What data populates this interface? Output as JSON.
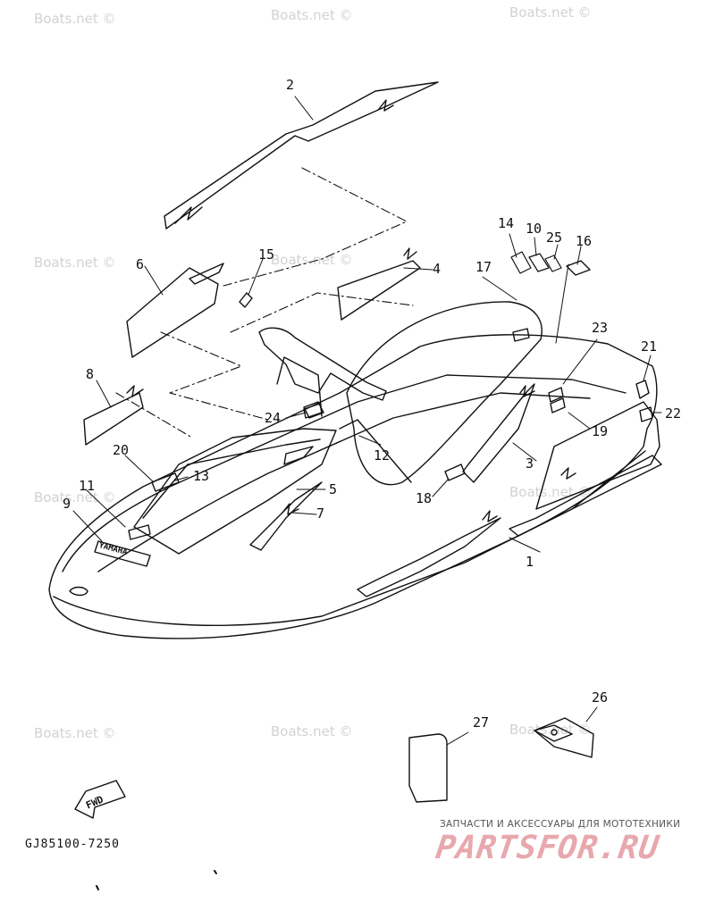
{
  "watermarks": [
    "Boats.net ©",
    "Boats.net ©",
    "Boats.net ©",
    "Boats.net ©",
    "Boats.net ©",
    "Boats.net ©",
    "Boats.net ©",
    "Boats.net ©",
    "Boats.net ©",
    "Boats.net ©"
  ],
  "callouts": [
    {
      "id": "1",
      "label": "1"
    },
    {
      "id": "2",
      "label": "2"
    },
    {
      "id": "3",
      "label": "3"
    },
    {
      "id": "4",
      "label": "4"
    },
    {
      "id": "5",
      "label": "5"
    },
    {
      "id": "6",
      "label": "6"
    },
    {
      "id": "7",
      "label": "7"
    },
    {
      "id": "8",
      "label": "8"
    },
    {
      "id": "9",
      "label": "9"
    },
    {
      "id": "10",
      "label": "10"
    },
    {
      "id": "11",
      "label": "11"
    },
    {
      "id": "12",
      "label": "12"
    },
    {
      "id": "13",
      "label": "13"
    },
    {
      "id": "14",
      "label": "14"
    },
    {
      "id": "15",
      "label": "15"
    },
    {
      "id": "16",
      "label": "16"
    },
    {
      "id": "17",
      "label": "17"
    },
    {
      "id": "18",
      "label": "18"
    },
    {
      "id": "19",
      "label": "19"
    },
    {
      "id": "20",
      "label": "20"
    },
    {
      "id": "21",
      "label": "21"
    },
    {
      "id": "22",
      "label": "22"
    },
    {
      "id": "23",
      "label": "23"
    },
    {
      "id": "24",
      "label": "24"
    },
    {
      "id": "25",
      "label": "25"
    },
    {
      "id": "26",
      "label": "26"
    },
    {
      "id": "27",
      "label": "27"
    }
  ],
  "hull_badge_text": "YAMAHA",
  "fwd_label": "FWD",
  "diagram_code": "GJ85100-7250",
  "shop": {
    "tagline": "ЗАПЧАСТИ И АКСЕССУАРЫ ДЛЯ МОТОТЕХНИКИ",
    "logo": "PARTSFOR.RU",
    "logo_color": "#e8a8ad"
  }
}
